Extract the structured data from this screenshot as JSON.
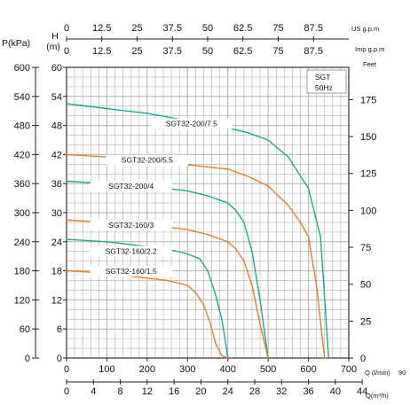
{
  "chart_data": {
    "type": "line",
    "title": "",
    "legend_box": [
      "SGT",
      "50Hz"
    ],
    "axes": {
      "h_m": {
        "label": "H\n(m)",
        "label_parts": [
          "H",
          "(m)"
        ],
        "ticks": [
          0,
          6,
          12,
          18,
          24,
          30,
          36,
          42,
          48,
          54,
          60
        ],
        "range": [
          0,
          60
        ]
      },
      "p_kpa": {
        "label": "P(kPa)",
        "ticks": [
          0,
          60,
          120,
          180,
          240,
          300,
          360,
          420,
          480,
          540,
          600
        ]
      },
      "feet": {
        "label": "Feet",
        "ticks": [
          0,
          25,
          50,
          75,
          100,
          125,
          150,
          175
        ]
      },
      "q_lmin": {
        "label": "Q (l/min)",
        "ticks": [
          0,
          100,
          200,
          300,
          400,
          500,
          600,
          700
        ],
        "range": [
          0,
          700
        ]
      },
      "q_m3h": {
        "label": "Q(m³/h)",
        "ticks": [
          0,
          4,
          8,
          12,
          16,
          20,
          24,
          28,
          32,
          36,
          40,
          44
        ]
      },
      "us_gpm": {
        "label": "US g.p.m",
        "ticks": [
          "0",
          "12.5",
          "25",
          "37.5",
          "50",
          "62.5",
          "75",
          "87.5"
        ]
      },
      "imp_gpm": {
        "label": "Imp g.p.m",
        "ticks": [
          "0",
          "12.5",
          "25",
          "37.5",
          "50",
          "62.5",
          "75",
          "87.5"
        ]
      }
    },
    "stray_tick": "90",
    "series": [
      {
        "name": "SGT32-200/7.5",
        "color": "#1aab8e",
        "x": [
          0,
          100,
          200,
          300,
          400,
          450,
          500,
          550,
          600,
          630,
          650
        ],
        "y": [
          52.5,
          51.5,
          50.5,
          49,
          47.5,
          46.5,
          45,
          41.5,
          35,
          25,
          0
        ]
      },
      {
        "name": "SGT32-200/5.5",
        "color": "#ee7b26",
        "x": [
          0,
          100,
          180,
          400,
          450,
          500,
          550,
          580,
          600,
          620,
          640
        ],
        "y": [
          42,
          41.5,
          41,
          39,
          37.5,
          35.5,
          31.5,
          28,
          25,
          15,
          0
        ]
      },
      {
        "name": "SGT32-200/4",
        "color": "#1aab8e",
        "x": [
          0,
          100,
          200,
          300,
          350,
          400,
          420,
          440,
          460,
          480,
          500
        ],
        "y": [
          36.5,
          36,
          35.5,
          34.5,
          33.5,
          32,
          30.5,
          28,
          22,
          12,
          0
        ]
      },
      {
        "name": "SGT32-160/3",
        "color": "#ee7b26",
        "x": [
          0,
          100,
          200,
          300,
          350,
          400,
          420,
          440,
          460,
          480,
          500
        ],
        "y": [
          28.5,
          28,
          27.5,
          26.5,
          25.5,
          24,
          22.5,
          20,
          15,
          7,
          0
        ]
      },
      {
        "name": "SGT32-160/2.2",
        "color": "#1aab8e",
        "x": [
          0,
          100,
          200,
          250,
          300,
          330,
          350,
          370,
          385,
          395,
          400
        ],
        "y": [
          24.5,
          24,
          23,
          22.5,
          21.5,
          20.5,
          18,
          13,
          8,
          3,
          0
        ]
      },
      {
        "name": "SGT32-160/1.5",
        "color": "#ee7b26",
        "x": [
          0,
          100,
          150,
          200,
          250,
          300,
          320,
          340,
          355,
          370,
          385,
          400
        ],
        "y": [
          18,
          17.5,
          17,
          16.5,
          16,
          15,
          13.5,
          11,
          7.5,
          3,
          0.5,
          0
        ]
      }
    ]
  }
}
